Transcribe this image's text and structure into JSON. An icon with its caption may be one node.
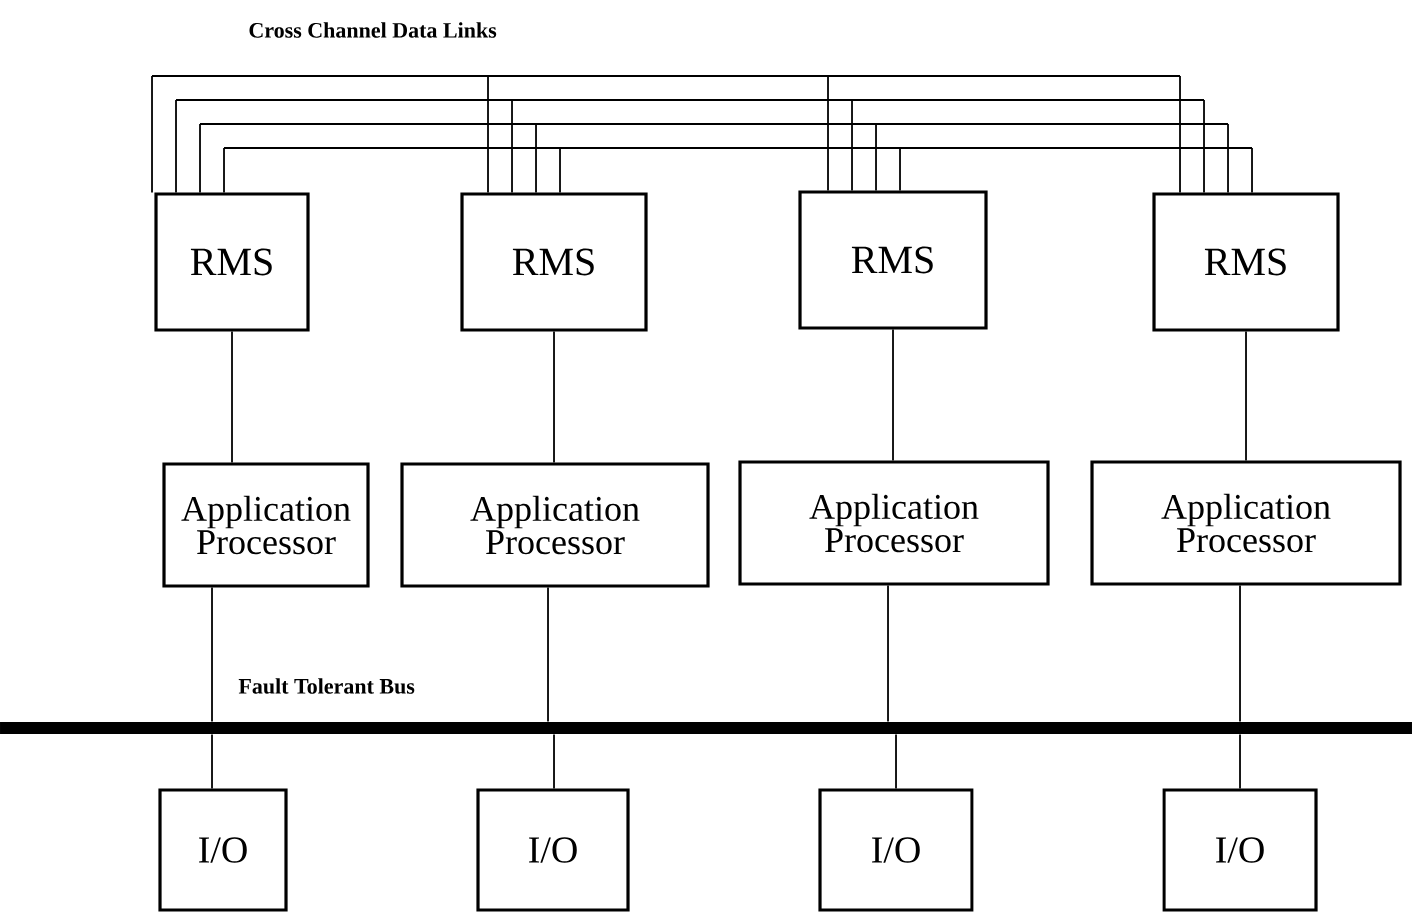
{
  "diagram": {
    "nodes": [
      {
        "text": [
          "RMS"
        ]
      },
      {
        "text": [
          "RMS"
        ]
      },
      {
        "text": [
          "RMS"
        ]
      },
      {
        "text": [
          "RMS"
        ]
      },
      {
        "text": [
          "Application Processor"
        ]
      },
      {
        "text": [
          "Application Processor"
        ]
      },
      {
        "text": [
          "Application Processor"
        ]
      },
      {
        "text": [
          "Application Processor"
        ]
      },
      {
        "text": [],
        "shape": "bar",
        "beside": [
          "Fault Tolerant Bus"
        ]
      },
      {
        "text": [
          "I/O"
        ]
      },
      {
        "text": [
          "I/O"
        ]
      },
      {
        "text": [
          "I/O"
        ]
      },
      {
        "text": [
          "I/O"
        ]
      }
    ],
    "edges": [
      {
        "from": 0,
        "to": 1,
        "arrow": "none"
      },
      {
        "from": 0,
        "to": 2,
        "arrow": "none"
      },
      {
        "from": 0,
        "to": 3,
        "arrow": "none"
      },
      {
        "from": 1,
        "to": 0,
        "arrow": "none"
      },
      {
        "from": 1,
        "to": 2,
        "arrow": "none"
      },
      {
        "from": 1,
        "to": 3,
        "arrow": "none"
      },
      {
        "from": 2,
        "to": 0,
        "arrow": "none"
      },
      {
        "from": 2,
        "to": 1,
        "arrow": "none"
      },
      {
        "from": 2,
        "to": 3,
        "arrow": "none"
      },
      {
        "from": 3,
        "to": 0,
        "arrow": "none"
      },
      {
        "from": 3,
        "to": 1,
        "arrow": "none"
      },
      {
        "from": 3,
        "to": 2,
        "arrow": "none"
      },
      {
        "from": 0,
        "to": 4,
        "arrow": "none"
      },
      {
        "from": 1,
        "to": 5,
        "arrow": "none"
      },
      {
        "from": 2,
        "to": 6,
        "arrow": "none"
      },
      {
        "from": 3,
        "to": 7,
        "arrow": "none"
      },
      {
        "from": 4,
        "to": 8,
        "arrow": "none"
      },
      {
        "from": 5,
        "to": 8,
        "arrow": "none"
      },
      {
        "from": 6,
        "to": 8,
        "arrow": "none"
      },
      {
        "from": 7,
        "to": 8,
        "arrow": "none"
      },
      {
        "from": 8,
        "to": 9,
        "arrow": "none"
      },
      {
        "from": 8,
        "to": 10,
        "arrow": "none"
      },
      {
        "from": 8,
        "to": 11,
        "arrow": "none"
      },
      {
        "from": 8,
        "to": 12,
        "arrow": "none"
      }
    ],
    "labels": [
      "Cross Channel Data Links"
    ]
  }
}
